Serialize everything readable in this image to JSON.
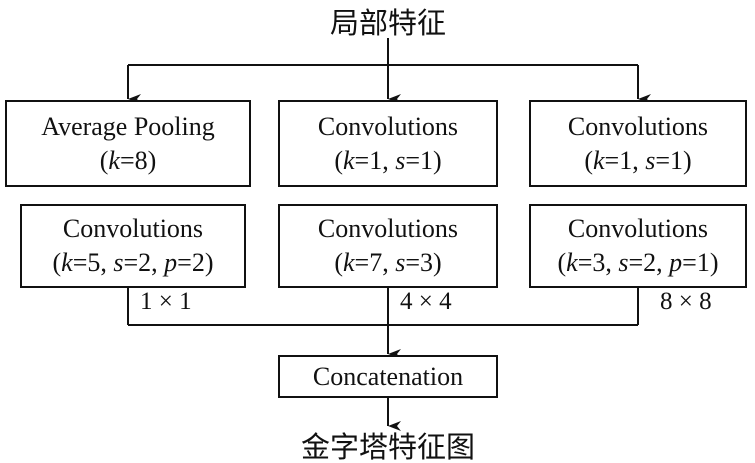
{
  "input_label": "局部特征",
  "output_label": "金字塔特征图",
  "branches": [
    {
      "top": {
        "name": "Average Pooling",
        "params": "(k=8)"
      },
      "bottom": {
        "name": "Convolutions",
        "params": "(k=5, s=2, p=2)"
      },
      "output_size": "1 × 1"
    },
    {
      "top": {
        "name": "Convolutions",
        "params": "(k=1, s=1)"
      },
      "bottom": {
        "name": "Convolutions",
        "params": "(k=7, s=3)"
      },
      "output_size": "4 × 4"
    },
    {
      "top": {
        "name": "Convolutions",
        "params": "(k=1, s=1)"
      },
      "bottom": {
        "name": "Convolutions",
        "params": "(k=3, s=2, p=1)"
      },
      "output_size": "8 × 8"
    }
  ],
  "merge": "Concatenation"
}
